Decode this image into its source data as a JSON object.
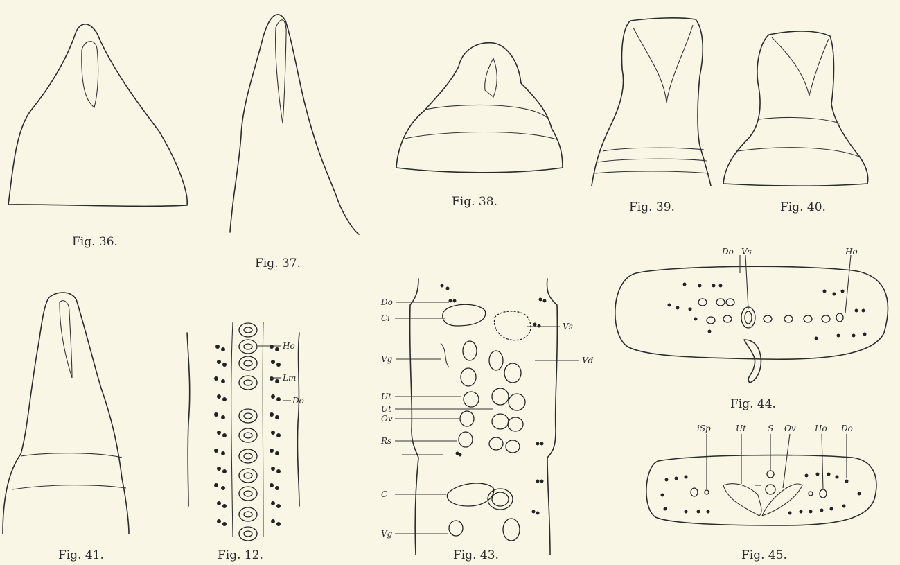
{
  "figures": {
    "fig36": {
      "caption": "Fig. 36."
    },
    "fig37": {
      "caption": "Fig. 37."
    },
    "fig38": {
      "caption": "Fig. 38."
    },
    "fig39": {
      "caption": "Fig. 39."
    },
    "fig40": {
      "caption": "Fig. 40."
    },
    "fig41": {
      "caption": "Fig. 41."
    },
    "fig42": {
      "caption": "Fig. 12.",
      "labels": {
        "ho": "Ho",
        "lm": "Lm",
        "do": "Do"
      }
    },
    "fig43": {
      "caption": "Fig. 43.",
      "labels": {
        "do": "Do",
        "ci": "Ci",
        "vg_top": "Vg",
        "ut1": "Ut",
        "ut2": "Ut",
        "ov": "Ov",
        "rs": "Rs",
        "c": "C",
        "vg_bottom": "Vg",
        "vs": "Vs",
        "vd": "Vd"
      }
    },
    "fig44": {
      "caption": "Fig. 44.",
      "labels": {
        "do": "Do",
        "vs": "Vs",
        "ho": "Ho"
      }
    },
    "fig45": {
      "caption": "Fig. 45.",
      "labels": {
        "isp": "iSp",
        "ut": "Ut",
        "s": "S",
        "ov": "Ov",
        "ho": "Ho",
        "do": "Do"
      }
    }
  },
  "colors": {
    "paper": "#faf6e6",
    "ink": "#2b2b2b"
  }
}
